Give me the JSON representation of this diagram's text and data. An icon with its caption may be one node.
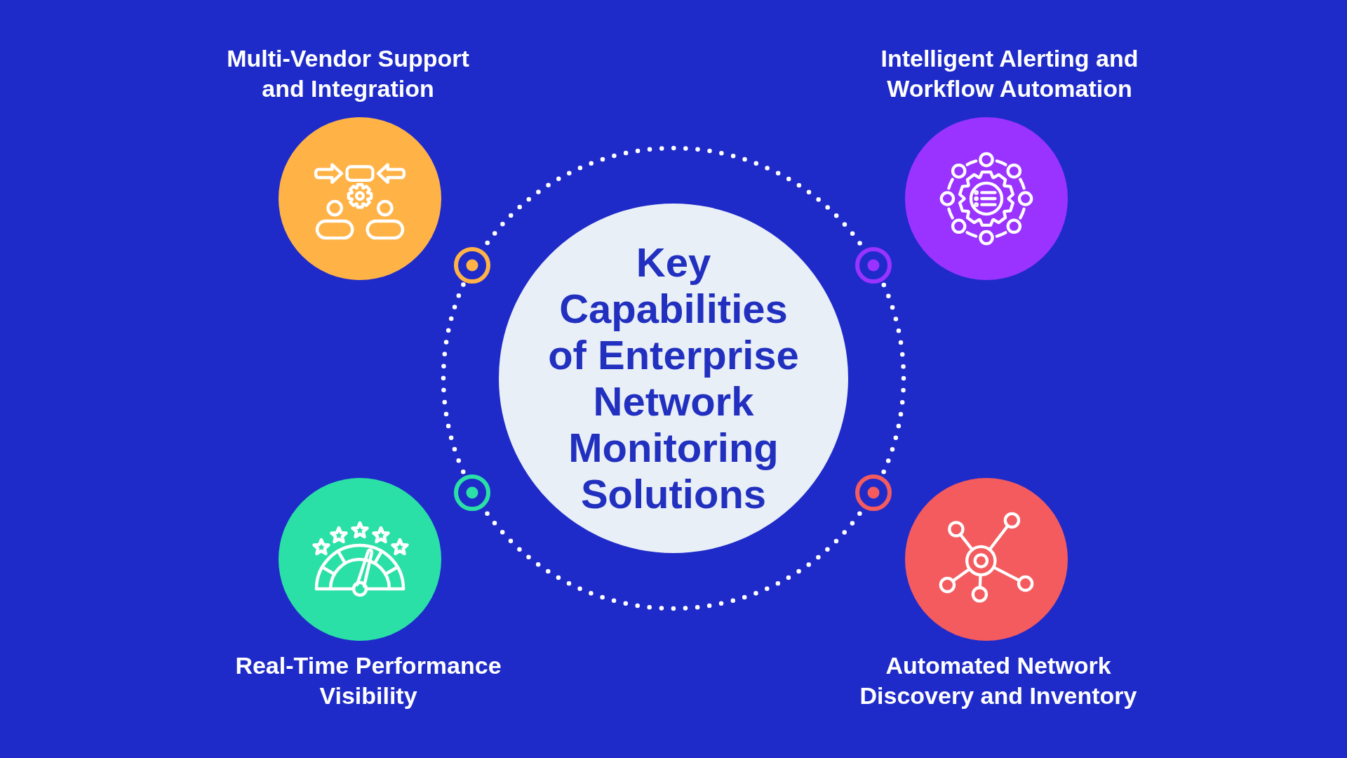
{
  "diagram": {
    "nodes": [
      {
        "text": [
          "Key Capabilities of Enterprise Network Monitoring Solutions"
        ]
      },
      {
        "text": [
          "Multi-Vendor Support and Integration"
        ]
      },
      {
        "text": [
          "Intelligent Alerting and Workflow Automation"
        ]
      },
      {
        "text": [
          "Real-Time Performance Visibility"
        ]
      },
      {
        "text": [
          "Automated Network Discovery and Inventory"
        ]
      }
    ]
  }
}
